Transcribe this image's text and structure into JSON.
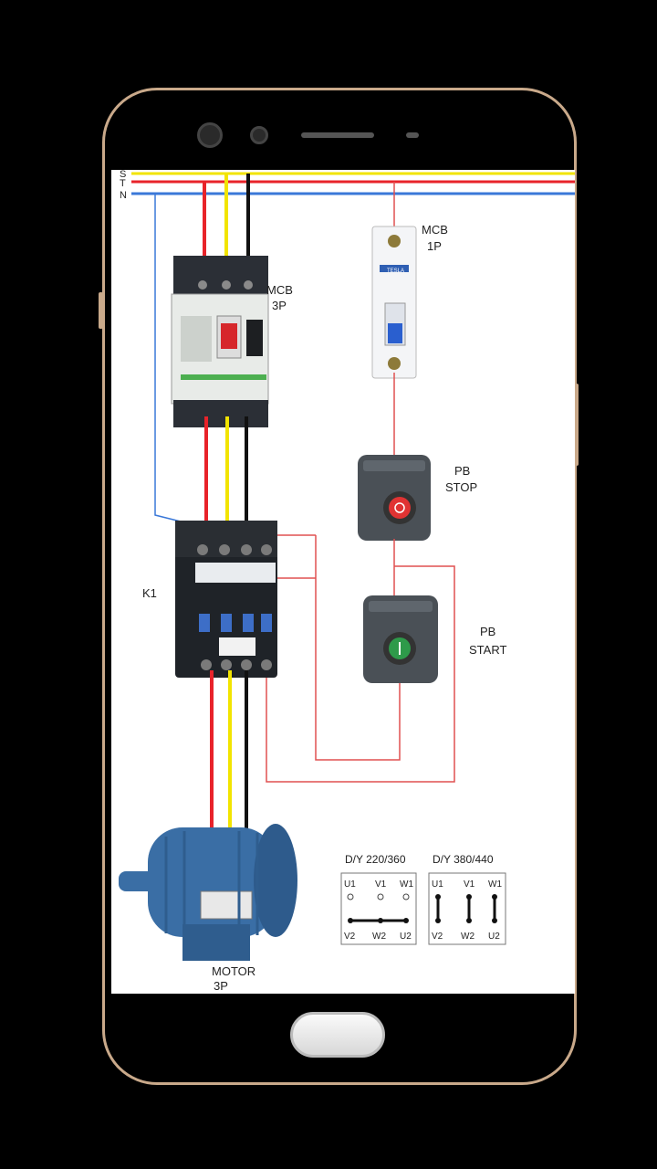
{
  "diagram": {
    "bus_labels": [
      "S",
      "T",
      "N"
    ],
    "mcb3p": {
      "label_line1": "MCB",
      "label_line2": "3P"
    },
    "mcb1p": {
      "label_line1": "MCB",
      "label_line2": "1P",
      "brand": "TESLA"
    },
    "pb_stop": {
      "label_line1": "PB",
      "label_line2": "STOP"
    },
    "pb_start": {
      "label_line1": "PB",
      "label_line2": "START"
    },
    "contactor": {
      "label": "K1"
    },
    "motor": {
      "label_line1": "MOTOR",
      "label_line2": "3P"
    },
    "table_delta": {
      "title": "D/Y 220/360",
      "top": [
        "U1",
        "V1",
        "W1"
      ],
      "bottom": [
        "V2",
        "W2",
        "U2"
      ]
    },
    "table_star": {
      "title": "D/Y 380/440",
      "top": [
        "U1",
        "V1",
        "W1"
      ],
      "bottom": [
        "V2",
        "W2",
        "U2"
      ]
    },
    "colors": {
      "phase_red": "#e8232a",
      "phase_yellow": "#f2e400",
      "phase_black": "#111111",
      "neutral_blue": "#3a78d8",
      "control_red": "#e05050",
      "motor_blue": "#3a6ea5"
    }
  }
}
